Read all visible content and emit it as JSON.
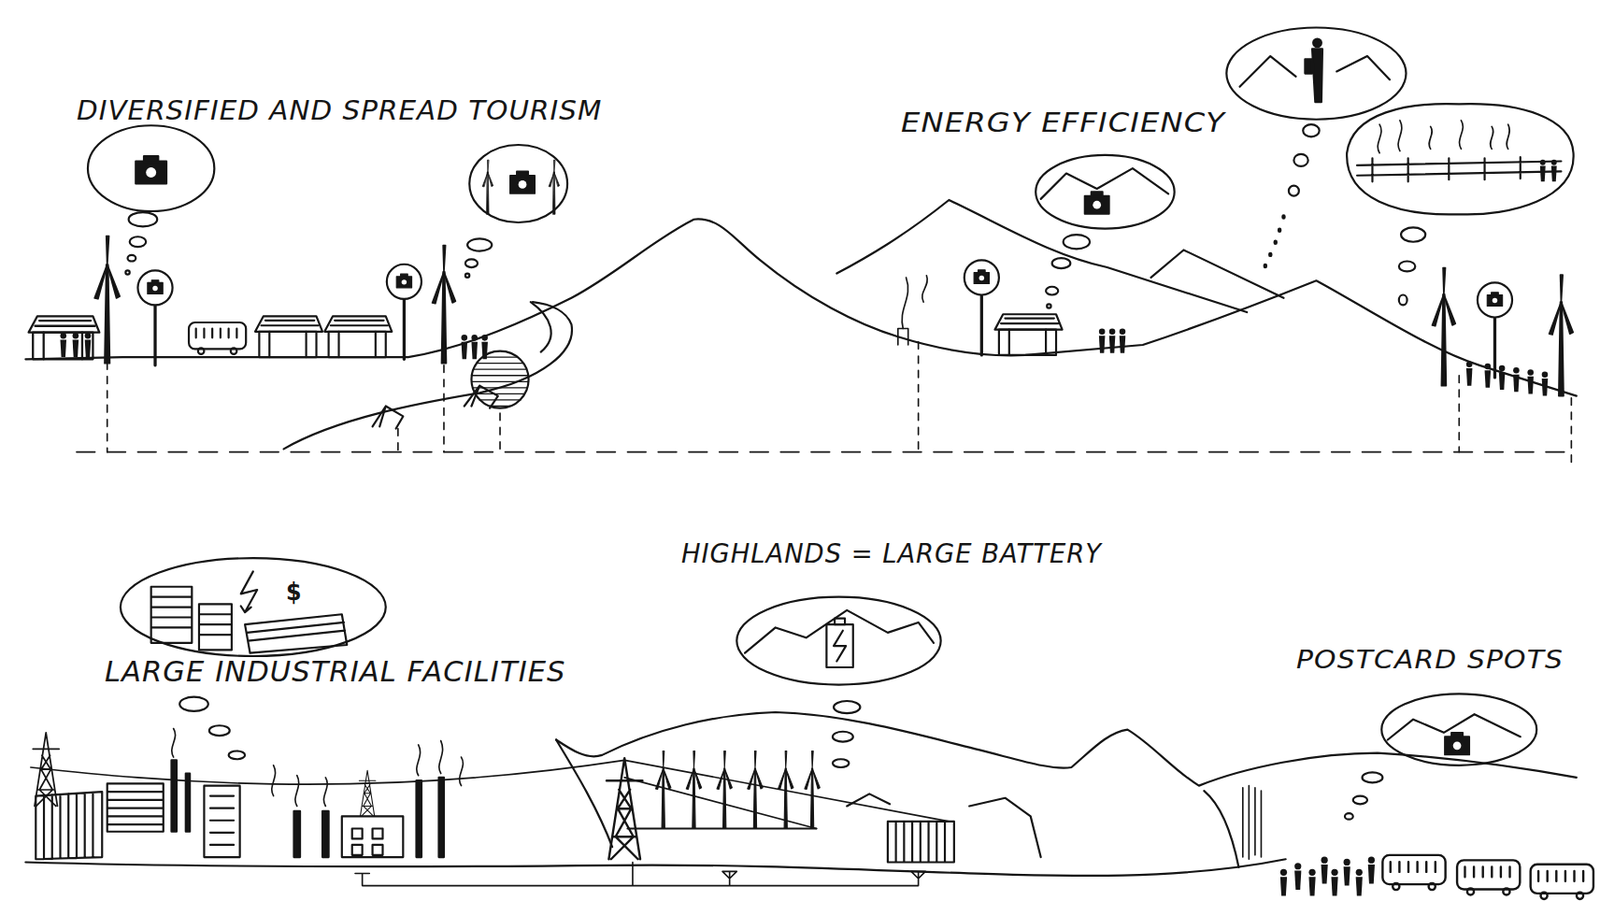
{
  "diagram": {
    "labels": [
      "DIVERSIFIED AND SPREAD TOURISM",
      "ENERGY EFFICIENCY",
      "HIGHLANDS = LARGE BATTERY",
      "$",
      "LARGE INDUSTRIAL FACILITIES",
      "POSTCARD SPOTS"
    ]
  }
}
